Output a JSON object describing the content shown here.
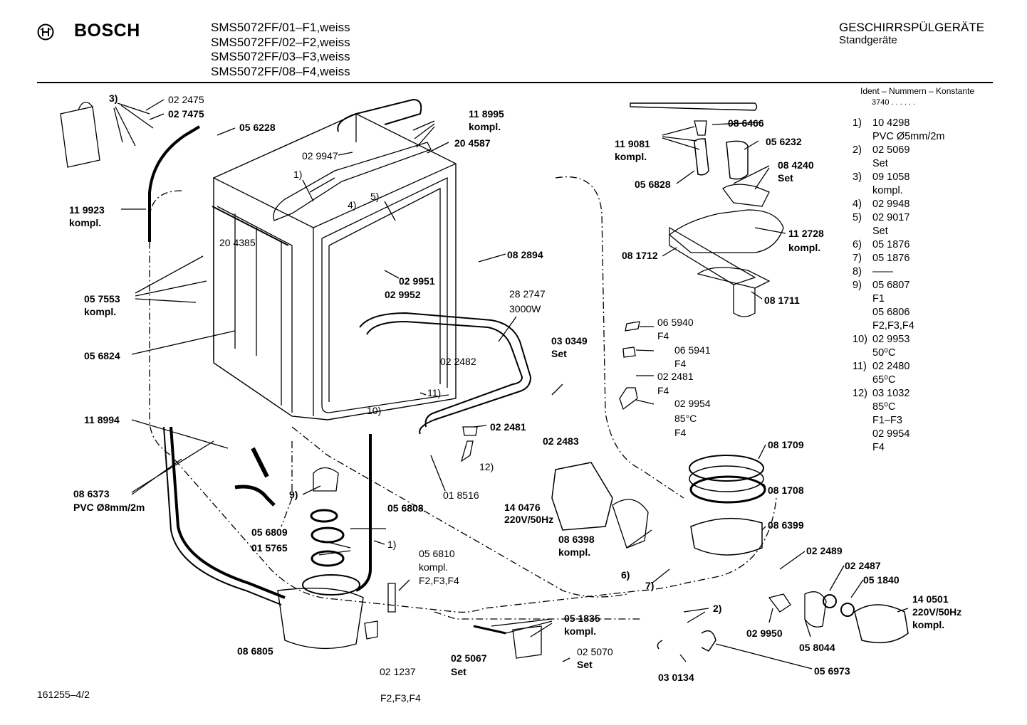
{
  "header": {
    "brand": "BOSCH",
    "models": [
      "SMS5072FF/01–F1,weiss",
      "SMS5072FF/02–F2,weiss",
      "SMS5072FF/03–F3,weiss",
      "SMS5072FF/08–F4,weiss"
    ],
    "category": "GESCHIRRSPÜLGERÄTE",
    "subcategory": "Standgeräte"
  },
  "ident": {
    "title": "Ident – Nummern – Konstante",
    "number": "3740 . . . . . ."
  },
  "legend": [
    {
      "no": "1)",
      "lines": [
        "10 4298",
        "PVC Ø5mm/2m"
      ]
    },
    {
      "no": "2)",
      "lines": [
        "02 5069",
        "Set"
      ]
    },
    {
      "no": "3)",
      "lines": [
        "09 1058",
        "kompl."
      ]
    },
    {
      "no": "4)",
      "lines": [
        "02 9948"
      ]
    },
    {
      "no": "5)",
      "lines": [
        "02 9017",
        "Set"
      ]
    },
    {
      "no": "6)",
      "lines": [
        "05 1876"
      ]
    },
    {
      "no": "7)",
      "lines": [
        "05 1876"
      ]
    },
    {
      "no": "8)",
      "lines": [
        "——"
      ]
    },
    {
      "no": "9)",
      "lines": [
        "05 6807",
        "F1",
        "05 6806",
        "F2,F3,F4"
      ]
    },
    {
      "no": "10)",
      "lines": [
        "02 9953",
        "50⁰C"
      ]
    },
    {
      "no": "11)",
      "lines": [
        "02 2480",
        "65⁰C"
      ]
    },
    {
      "no": "12)",
      "lines": [
        "03 1032",
        "85⁰C",
        "F1–F3",
        "02 9954",
        "F4"
      ]
    }
  ],
  "labels": {
    "l3": "3)",
    "l022475": "02 2475",
    "l027475": "02 7475",
    "l056228": "05 6228",
    "l119923a": "11 9923",
    "l119923b": "kompl.",
    "l204385": "20 4385",
    "l057553a": "05 7553",
    "l057553b": "kompl.",
    "l056824": "05 6824",
    "l118994": "11 8994",
    "l086373a": "08 6373",
    "l086373b": "PVC Ø8mm/2m",
    "l118995a": "11 8995",
    "l118995b": "kompl.",
    "l029947": "02 9947",
    "l204587": "20 4587",
    "l1a": "1)",
    "l4": "4)",
    "l5": "5)",
    "l082894": "08 2894",
    "l029951": "02 9951",
    "l029952": "02 9952",
    "l282747a": "28 2747",
    "l282747b": "3000W",
    "l022482": "02 2482",
    "l11": "11)",
    "l10": "10)",
    "l022481a": "02 2481",
    "l12": "12)",
    "l018516": "01 8516",
    "l9": "9)",
    "l056809": "05 6809",
    "l015765": "01 5765",
    "l056808": "05 6808",
    "l1b": "1)",
    "l056810a": "05 6810",
    "l056810b": "kompl.",
    "l056810c": "F2,F3,F4",
    "l086805": "08 6805",
    "l021237": "02 1237",
    "l051835a": "05 1835",
    "l051835b": "kompl.",
    "l025067a": "02 5067",
    "l025067b": "Set",
    "l025070a": "02 5070",
    "l025070b": "Set",
    "l119081a": "11 9081",
    "l119081b": "kompl.",
    "l086466": "08 6466",
    "l056232": "05 6232",
    "l084240a": "08 4240",
    "l084240b": "Set",
    "l056828": "05 6828",
    "l112728a": "11 2728",
    "l112728b": "kompl.",
    "l081712": "08 1712",
    "l081711": "08 1711",
    "l065940a": "06 5940",
    "l065940b": "F4",
    "l065941a": "06 5941",
    "l065941b": "F4",
    "l022481ba": "02 2481",
    "l022481bb": "F4",
    "l029954a": "02 9954",
    "l029954b": "85°C",
    "l029954c": "F4",
    "l030349a": "03 0349",
    "l030349b": "Set",
    "l022483": "02 2483",
    "l140476a": "14 0476",
    "l140476b": "220V/50Hz",
    "l086398a": "08 6398",
    "l086398b": "kompl.",
    "l6": "6)",
    "l7": "7)",
    "l081709": "08 1709",
    "l081708": "08 1708",
    "l086399": "08 6399",
    "l022489": "02 2489",
    "l022487": "02 2487",
    "l051840": "05 1840",
    "l140501a": "14 0501",
    "l140501b": "220V/50Hz",
    "l140501c": "kompl.",
    "l2": "2)",
    "l029950": "02 9950",
    "l058044": "05 8044",
    "l030134": "03 0134",
    "l056973": "05 6973"
  },
  "footer": {
    "doc_no": "161255–4/2",
    "variants": "F2,F3,F4"
  }
}
